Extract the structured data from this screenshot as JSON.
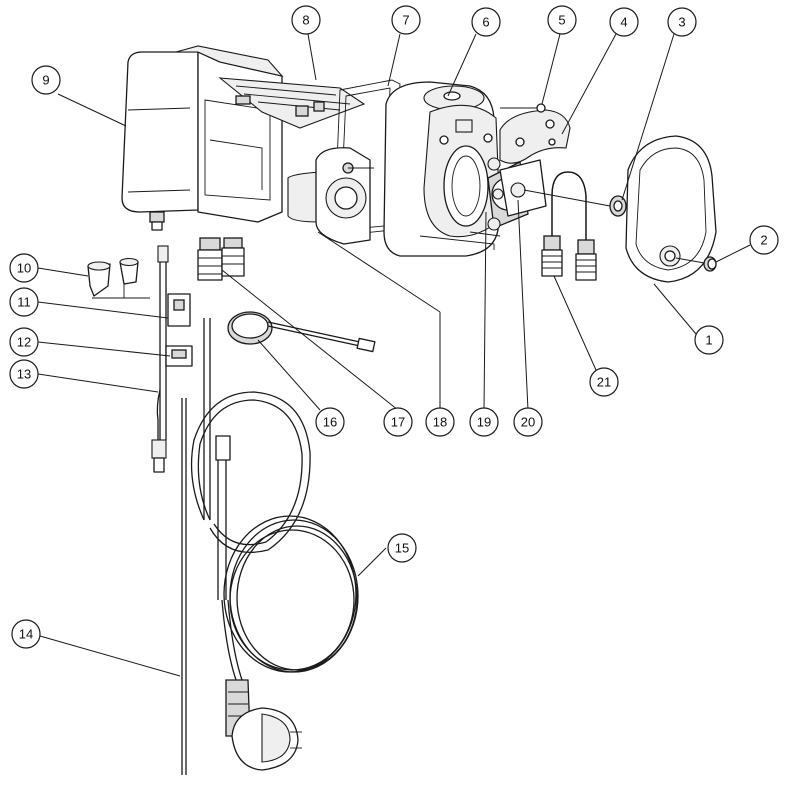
{
  "diagram": {
    "kind": "exploded parts view",
    "callouts": [
      "1",
      "2",
      "3",
      "4",
      "5",
      "6",
      "7",
      "8",
      "9",
      "10",
      "11",
      "12",
      "13",
      "14",
      "15",
      "16",
      "17",
      "18",
      "19",
      "20",
      "21"
    ]
  }
}
